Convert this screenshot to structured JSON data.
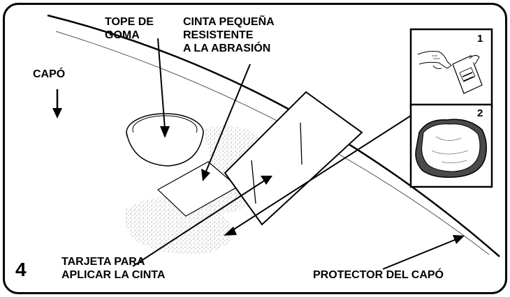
{
  "labels": {
    "rubber_stop": [
      "TOPE DE",
      "GOMA"
    ],
    "small_tape": [
      "CINTA PEQUEÑA",
      "RESISTENTE",
      "A LA ABRASIÓN"
    ],
    "hood": "CAPÓ",
    "card": [
      "TARJETA PARA",
      "APLICAR LA CINTA"
    ],
    "hood_protector": "PROTECTOR DEL CAPÓ"
  },
  "step_number": "4",
  "insets": [
    {
      "number": "1",
      "icon": "alcohol-wipe-packet-icon"
    },
    {
      "number": "2",
      "icon": "cleaning-cloth-icon"
    }
  ],
  "colors": {
    "ink": "#000000",
    "paper": "#ffffff",
    "stipple": "#8a8a8a",
    "cloth_shadow": "#4a4a4a"
  }
}
